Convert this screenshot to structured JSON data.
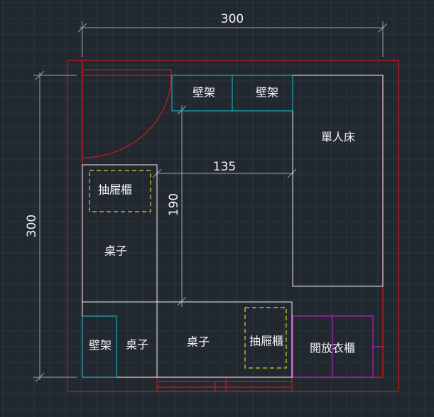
{
  "colors": {
    "background": "#212830",
    "grid": "#2d353e",
    "wall": "#d01818",
    "furniture": "#f0f0f0",
    "shelf": "#19c3c8",
    "drawer": "#d4d42a",
    "wardrobe": "#cf1fcf",
    "dimension": "#9aa1a8",
    "text": "#f2f2f2"
  },
  "dimensions": {
    "top_width": "300",
    "left_height": "300",
    "inner_width": "135",
    "inner_height": "190"
  },
  "labels": {
    "shelf_top_left": "壁架",
    "shelf_top_right": "壁架",
    "single_bed": "單人床",
    "drawer_top": "抽屜櫃",
    "desk_left": "桌子",
    "shelf_bottom": "壁架",
    "desk_bottom_small": "桌子",
    "desk_bottom_large": "桌子",
    "drawer_bottom": "抽屜櫃",
    "open_wardrobe": "開放衣櫃"
  }
}
